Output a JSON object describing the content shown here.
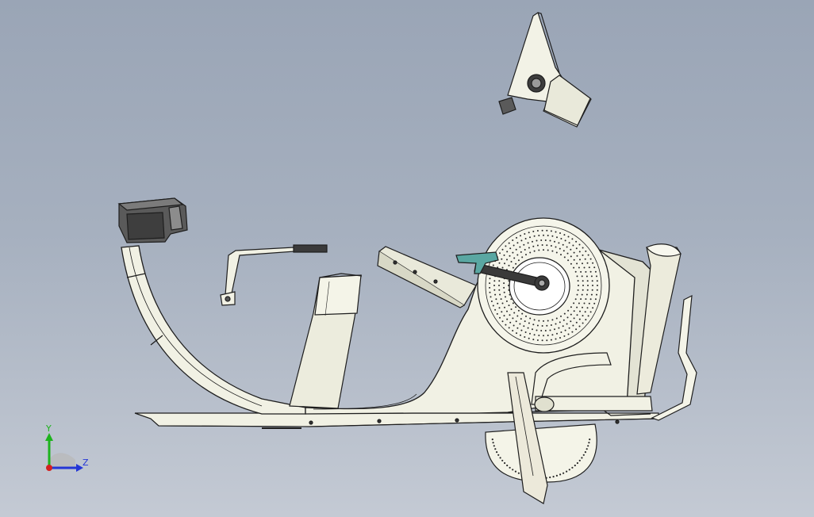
{
  "viewport": {
    "background_top": "#9aa5b6",
    "background_bottom": "#c4cad4"
  },
  "colors": {
    "part_fill": "#f1f1e4",
    "part_shade": "#d8d8c6",
    "part_dark": "#4d4d4d",
    "outline": "#1e1e1e",
    "highlight_part": "#5aa7a2"
  },
  "triad": {
    "y_label": "Y",
    "z_label": "Z",
    "y_color": "#1db31d",
    "z_color": "#2436d6",
    "origin_color": "#d42020"
  },
  "parts": [
    "console-bracket",
    "seat-bucket",
    "rear-curved-tube",
    "seat-rail",
    "seat-post",
    "flywheel-housing",
    "flywheel-disc",
    "crank-arm",
    "handlebar-tube",
    "front-post",
    "pedal-arm",
    "front-roller",
    "base-frame"
  ]
}
